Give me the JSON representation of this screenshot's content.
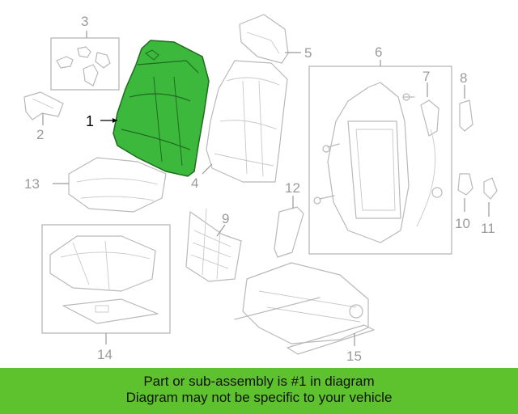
{
  "diagram": {
    "callouts": {
      "c1": "1",
      "c2": "2",
      "c3": "3",
      "c4": "4",
      "c5": "5",
      "c6": "6",
      "c7": "7",
      "c8": "8",
      "c9": "9",
      "c10": "10",
      "c11": "11",
      "c12": "12",
      "c13": "13",
      "c14": "14",
      "c15": "15"
    },
    "highlight_part": "1",
    "colors": {
      "highlight": "#3cb83c",
      "line": "#b9b9b9",
      "banner": "#5dc22e"
    }
  },
  "banner": {
    "line1": "Part or sub-assembly is #1 in diagram",
    "line2": "Diagram may not be specific to your vehicle"
  }
}
